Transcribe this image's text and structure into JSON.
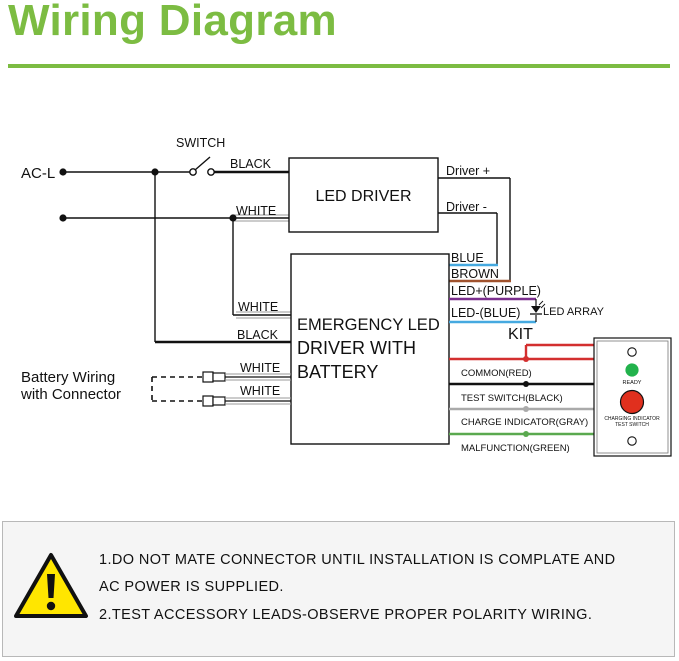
{
  "title": "Wiring Diagram",
  "colors": {
    "accent_green": "#7cbc42",
    "wire_black": "#111111",
    "wire_white": "#888888",
    "wire_blue": "#45a9e0",
    "wire_brown": "#a0522d",
    "wire_purple": "#7b2f8e",
    "wire_red": "#d32f2f",
    "wire_gray": "#aaaaaa",
    "wire_green": "#5aa94f",
    "ready_led": "#22b24c",
    "test_button": "#e0301e",
    "warning_yellow": "#ffe600"
  },
  "diagram": {
    "switch_label": "SWITCH",
    "ac_l_label": "AC-L",
    "wire_black_1": "BLACK",
    "wire_white_1": "WHITE",
    "led_driver_label": "LED DRIVER",
    "driver_plus_label": "Driver +",
    "driver_minus_label": "Driver -",
    "blue_label": "BLUE",
    "brown_label": "BROWN",
    "led_plus_label": "LED+(PURPLE)",
    "led_minus_label": "LED-(BLUE)",
    "led_array_label": "LED ARRAY",
    "kit_label": "KIT",
    "wire_white_2": "WHITE",
    "wire_black_2": "BLACK",
    "emergency_line1": "EMERGENCY LED",
    "emergency_line2": "DRIVER WITH",
    "emergency_line3": "BATTERY",
    "battery_line1": "Battery Wiring",
    "battery_line2": "with Connector",
    "battery_white_1": "WHITE",
    "battery_white_2": "WHITE",
    "common_label": "COMMON(RED)",
    "test_switch_label": "TEST SWITCH(BLACK)",
    "charge_indicator_label": "CHARGE INDICATOR(GRAY)",
    "malfunction_label": "MALFUNCTION(GREEN)",
    "ready_label": "READY",
    "charging_line1": "CHARGING INDICATOR",
    "charging_line2": "TEST SWITCH"
  },
  "notes": {
    "line1": "1.DO NOT MATE CONNECTOR UNTIL INSTALLATION  IS COMPLATE AND",
    "line2": "AC POWER IS SUPPLIED.",
    "line3": "2.TEST ACCESSORY LEADS-OBSERVE PROPER POLARITY WIRING."
  },
  "icons": {
    "warning": "warning-triangle-icon",
    "diode": "diode-icon"
  }
}
